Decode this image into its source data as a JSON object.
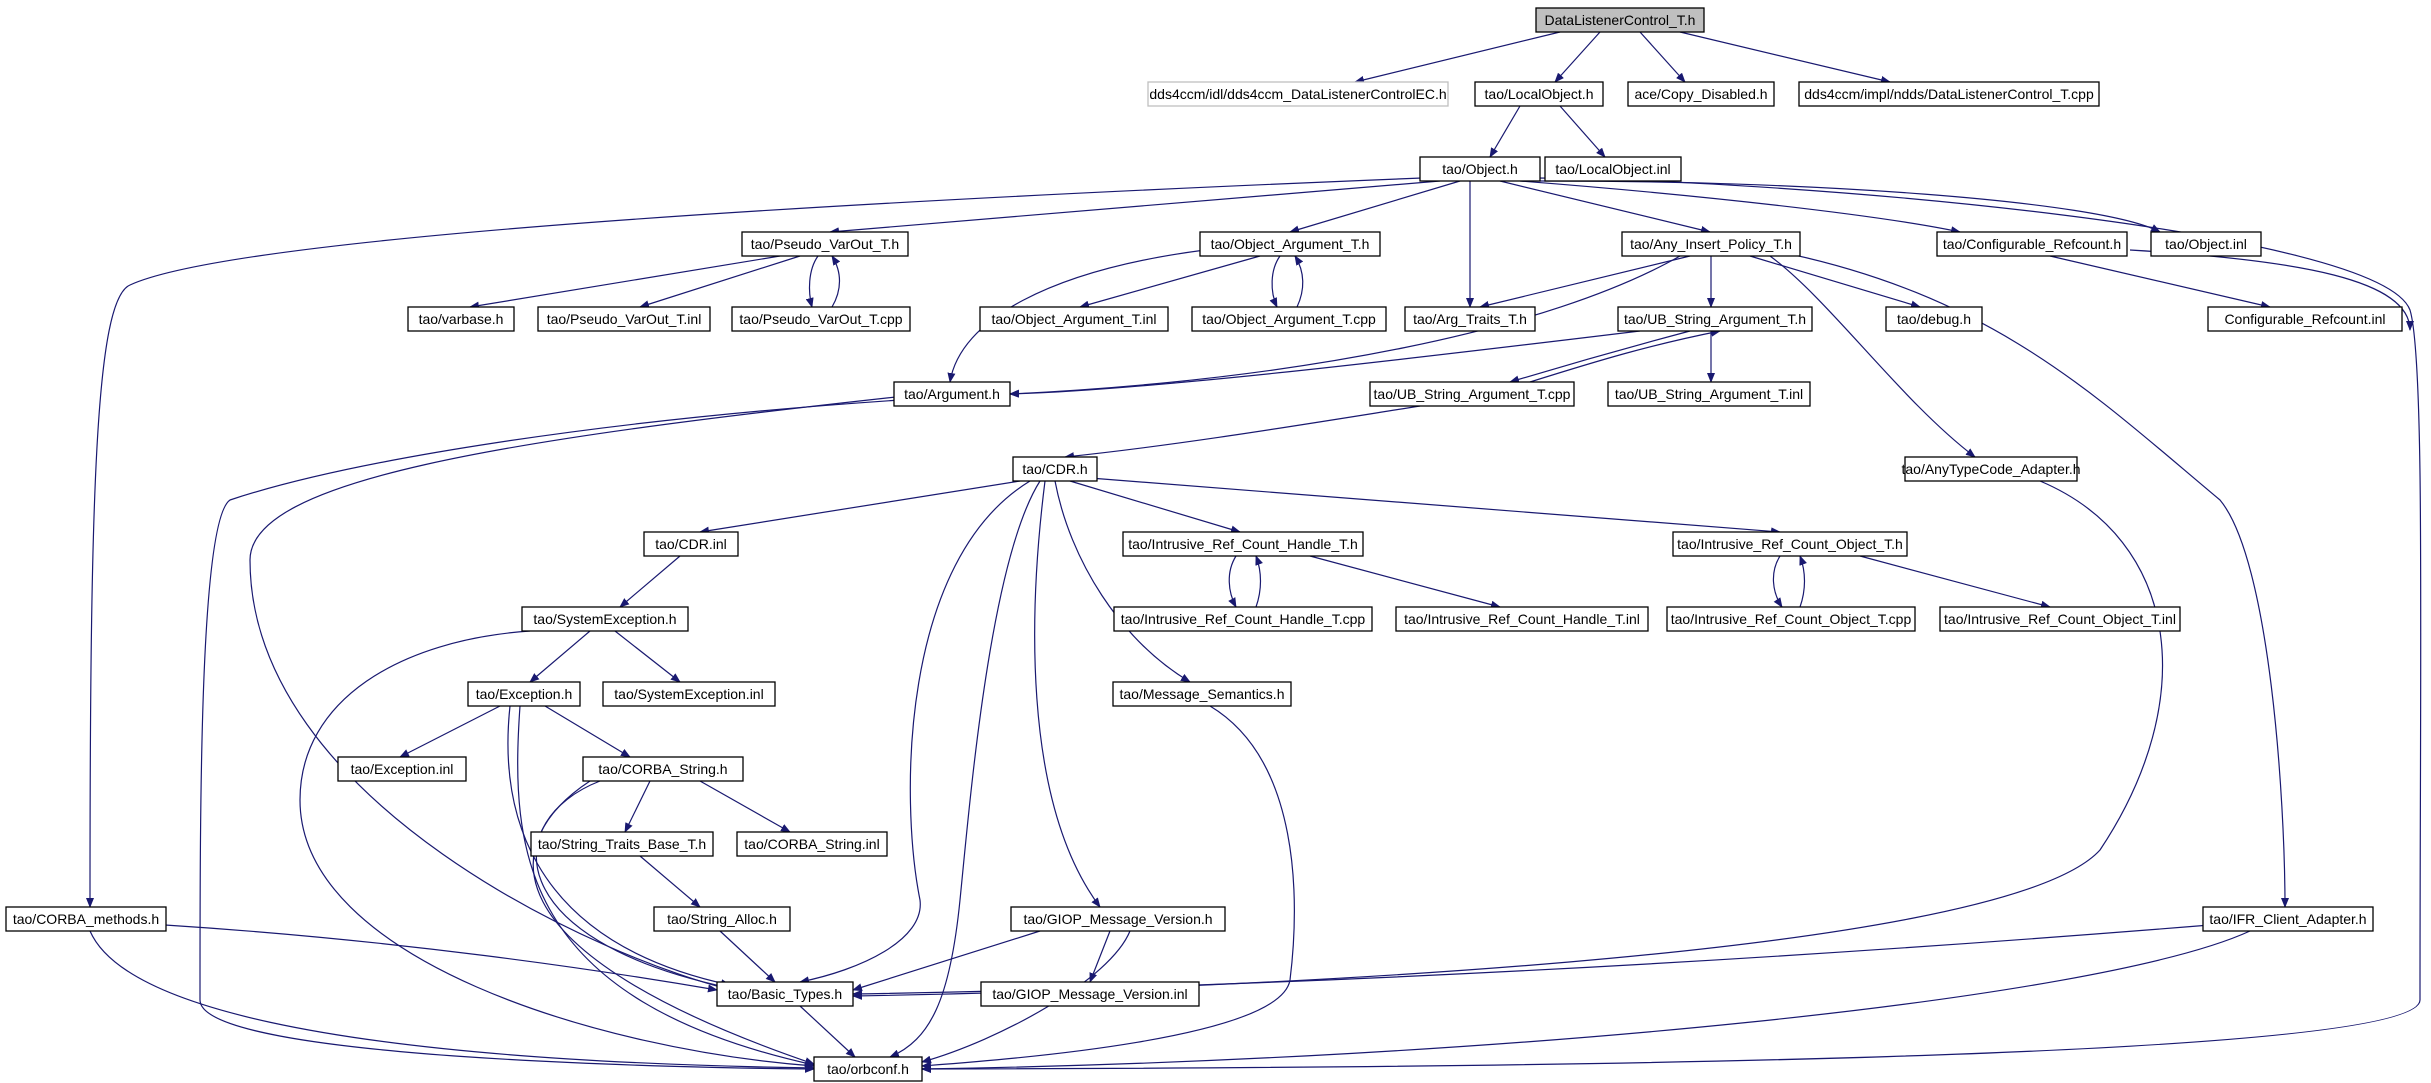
{
  "diagram": {
    "title": "DataListenerControl_T.h",
    "edge_color": "#191970",
    "nodes": [
      {
        "id": "root",
        "label": "DataListenerControl_T.h",
        "root": true
      },
      {
        "id": "iec",
        "label": "dds4ccm/idl/dds4ccm_DataListenerControlEC.h",
        "grey": true
      },
      {
        "id": "localobj",
        "label": "tao/LocalObject.h"
      },
      {
        "id": "copydis",
        "label": "ace/Copy_Disabled.h"
      },
      {
        "id": "dlcpp",
        "label": "dds4ccm/impl/ndds/DataListenerControl_T.cpp"
      },
      {
        "id": "object",
        "label": "tao/Object.h"
      },
      {
        "id": "localinl",
        "label": "tao/LocalObject.inl"
      },
      {
        "id": "pseudo",
        "label": "tao/Pseudo_VarOut_T.h"
      },
      {
        "id": "objarg",
        "label": "tao/Object_Argument_T.h"
      },
      {
        "id": "anyins",
        "label": "tao/Any_Insert_Policy_T.h"
      },
      {
        "id": "confref",
        "label": "tao/Configurable_Refcount.h"
      },
      {
        "id": "objinl",
        "label": "tao/Object.inl"
      },
      {
        "id": "varbase",
        "label": "tao/varbase.h"
      },
      {
        "id": "pseudoinl",
        "label": "tao/Pseudo_VarOut_T.inl"
      },
      {
        "id": "pseudocpp",
        "label": "tao/Pseudo_VarOut_T.cpp"
      },
      {
        "id": "objarginl",
        "label": "tao/Object_Argument_T.inl"
      },
      {
        "id": "objargcpp",
        "label": "tao/Object_Argument_T.cpp"
      },
      {
        "id": "argtraits",
        "label": "tao/Arg_Traits_T.h"
      },
      {
        "id": "ubstr",
        "label": "tao/UB_String_Argument_T.h"
      },
      {
        "id": "debug",
        "label": "tao/debug.h"
      },
      {
        "id": "confrefinl",
        "label": "Configurable_Refcount.inl"
      },
      {
        "id": "argument",
        "label": "tao/Argument.h"
      },
      {
        "id": "ubstrcpp",
        "label": "tao/UB_String_Argument_T.cpp"
      },
      {
        "id": "ubstrinl",
        "label": "tao/UB_String_Argument_T.inl"
      },
      {
        "id": "cdr",
        "label": "tao/CDR.h"
      },
      {
        "id": "anytc",
        "label": "tao/AnyTypeCode_Adapter.h"
      },
      {
        "id": "cdrinl",
        "label": "tao/CDR.inl"
      },
      {
        "id": "irch",
        "label": "tao/Intrusive_Ref_Count_Handle_T.h"
      },
      {
        "id": "irco",
        "label": "tao/Intrusive_Ref_Count_Object_T.h"
      },
      {
        "id": "sysexc",
        "label": "tao/SystemException.h"
      },
      {
        "id": "irchcpp",
        "label": "tao/Intrusive_Ref_Count_Handle_T.cpp"
      },
      {
        "id": "irchinl",
        "label": "tao/Intrusive_Ref_Count_Handle_T.inl"
      },
      {
        "id": "ircocpp",
        "label": "tao/Intrusive_Ref_Count_Object_T.cpp"
      },
      {
        "id": "ircoinl",
        "label": "tao/Intrusive_Ref_Count_Object_T.inl"
      },
      {
        "id": "exc",
        "label": "tao/Exception.h"
      },
      {
        "id": "sysexcinl",
        "label": "tao/SystemException.inl"
      },
      {
        "id": "msgsem",
        "label": "tao/Message_Semantics.h"
      },
      {
        "id": "excinl",
        "label": "tao/Exception.inl"
      },
      {
        "id": "corbastr",
        "label": "tao/CORBA_String.h"
      },
      {
        "id": "strtraits",
        "label": "tao/String_Traits_Base_T.h"
      },
      {
        "id": "corbastrinl",
        "label": "tao/CORBA_String.inl"
      },
      {
        "id": "stralloc",
        "label": "tao/String_Alloc.h"
      },
      {
        "id": "corbameth",
        "label": "tao/CORBA_methods.h"
      },
      {
        "id": "giop",
        "label": "tao/GIOP_Message_Version.h"
      },
      {
        "id": "ifr",
        "label": "tao/IFR_Client_Adapter.h"
      },
      {
        "id": "basic",
        "label": "tao/Basic_Types.h"
      },
      {
        "id": "giopinl",
        "label": "tao/GIOP_Message_Version.inl"
      },
      {
        "id": "orbconf",
        "label": "tao/orbconf.h"
      }
    ]
  }
}
